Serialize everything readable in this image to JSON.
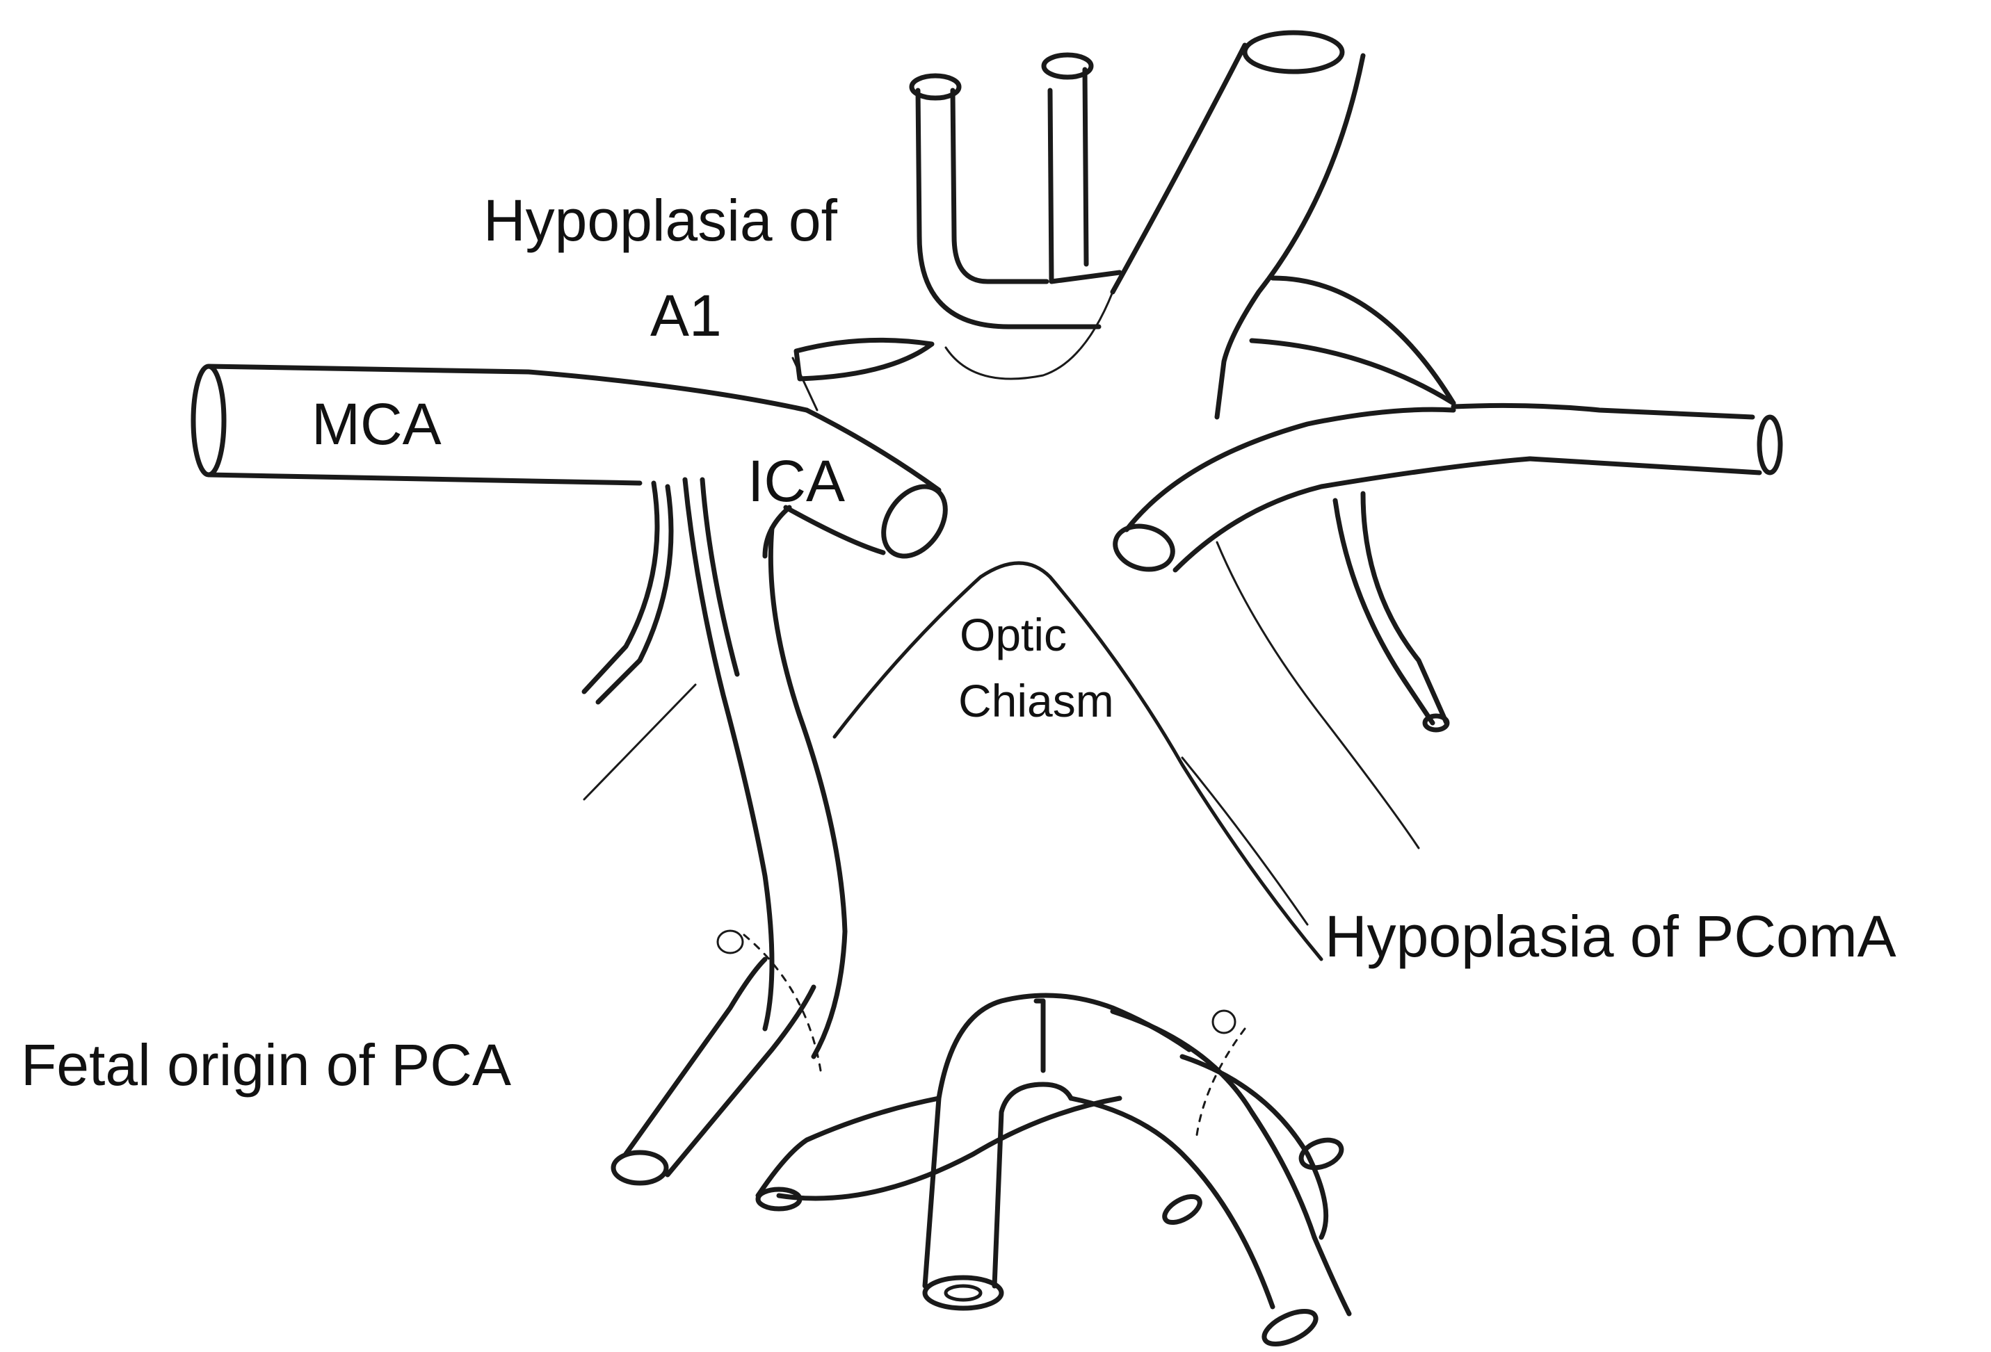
{
  "labels": {
    "hypoplasia_a1_line1": "Hypoplasia of",
    "hypoplasia_a1_line2": "A1",
    "mca": "MCA",
    "ica": "ICA",
    "optic_line1": "Optic",
    "optic_line2": "Chiasm",
    "hypoplasia_pcoma": "Hypoplasia of PComA",
    "fetal_pca": "Fetal origin of PCA"
  }
}
